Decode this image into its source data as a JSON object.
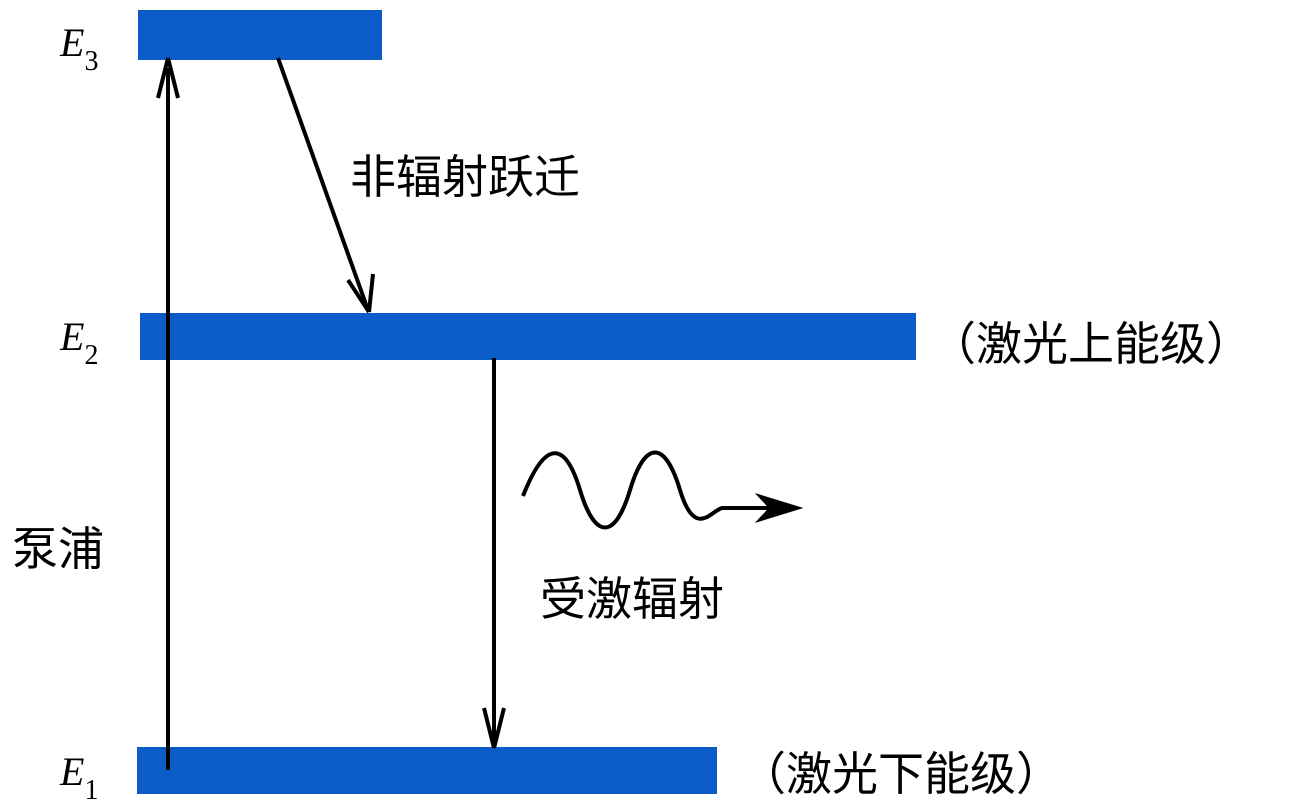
{
  "colors": {
    "level_bar": "#0b5cc9",
    "line": "#000000",
    "background": "#ffffff"
  },
  "levels": [
    {
      "id": "E3",
      "letter": "E",
      "subscript": "3",
      "note": ""
    },
    {
      "id": "E2",
      "letter": "E",
      "subscript": "2",
      "note": "（激光上能级）"
    },
    {
      "id": "E1",
      "letter": "E",
      "subscript": "1",
      "note": "（激光下能级）"
    }
  ],
  "transitions": {
    "pump": "泵浦",
    "non_radiative": "非辐射跃迁",
    "stimulated": "受激辐射"
  }
}
